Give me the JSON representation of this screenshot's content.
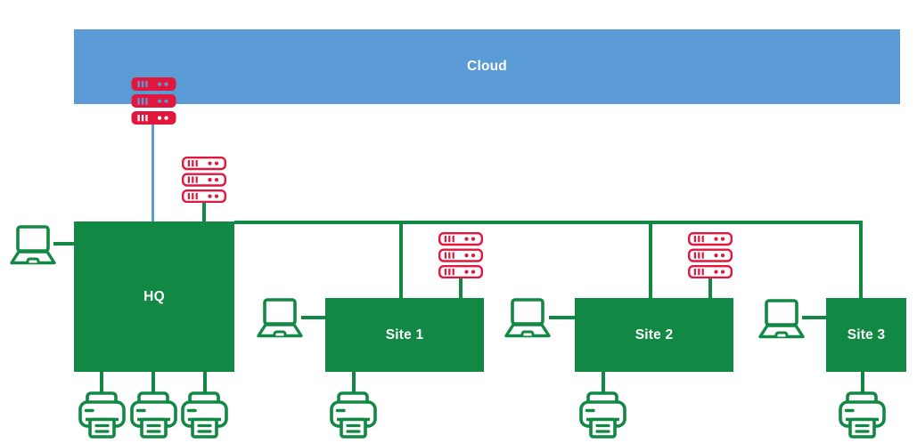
{
  "diagram": {
    "title_implicit": "Cloud network diagram",
    "cloud": {
      "label": "Cloud"
    },
    "hq": {
      "label": "HQ"
    },
    "sites": [
      {
        "label": "Site 1"
      },
      {
        "label": "Site 2"
      },
      {
        "label": "Site 3"
      }
    ],
    "icons": {
      "server_solid": "server-rack-solid",
      "server_outline": "server-rack-outline",
      "laptop": "laptop",
      "printer": "printer"
    }
  },
  "colors": {
    "blue": "#5B9BD5",
    "green": "#118843",
    "red": "#E1173D",
    "label": "#FFFFFF"
  }
}
